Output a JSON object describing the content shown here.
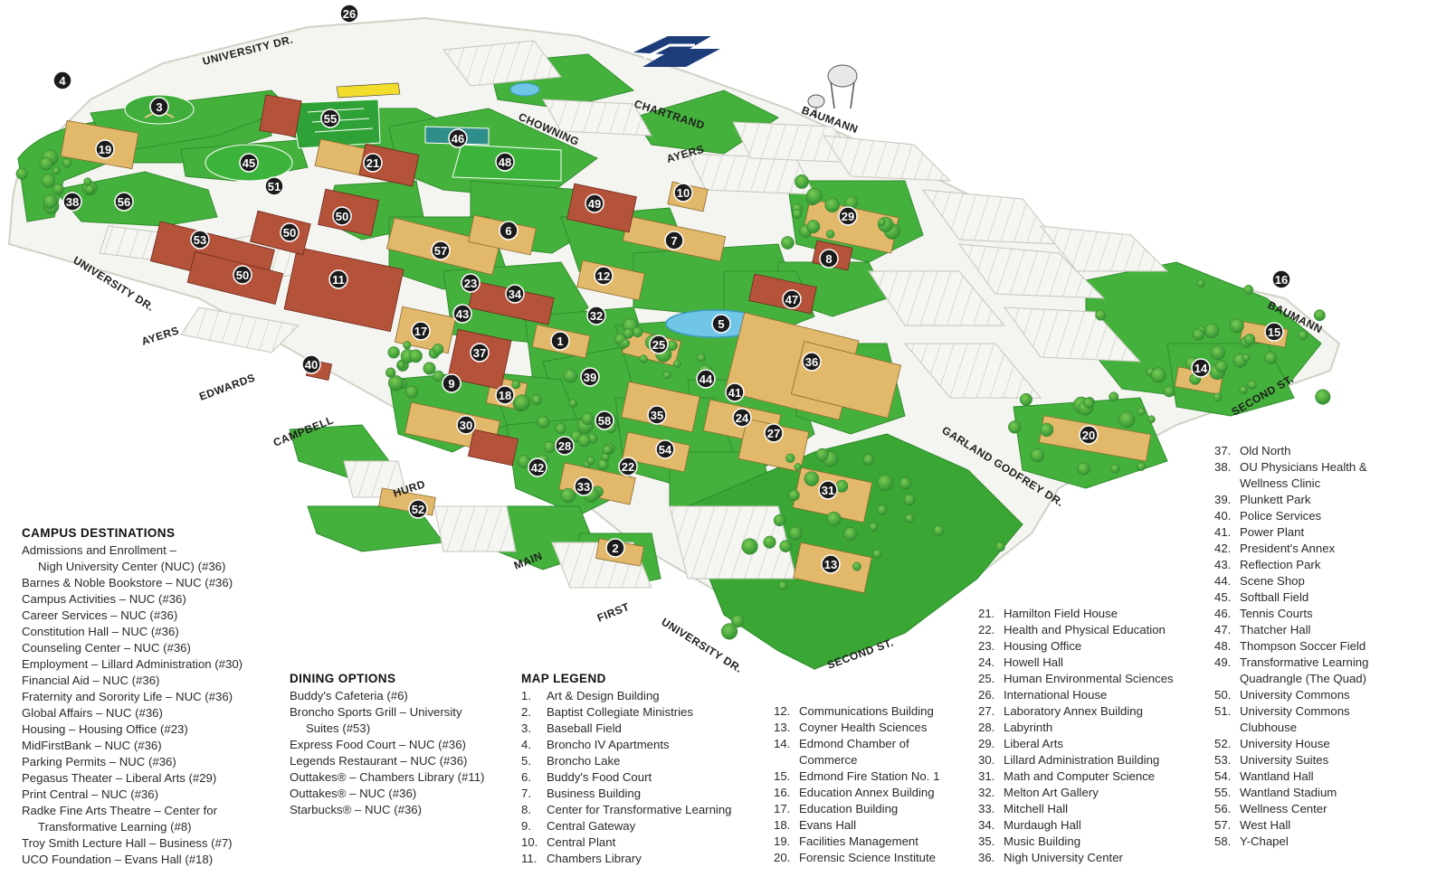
{
  "streets": [
    {
      "name": "UNIVERSITY DR.",
      "pos": "top"
    },
    {
      "name": "UNIVERSITY DR.",
      "pos": "left"
    },
    {
      "name": "UNIVERSITY DR.",
      "pos": "bottom"
    },
    {
      "name": "CHARTRAND",
      "pos": "top-mid"
    },
    {
      "name": "CHOWNING",
      "pos": "top-mid"
    },
    {
      "name": "BAUMANN",
      "pos": "top-right"
    },
    {
      "name": "BAUMANN",
      "pos": "right"
    },
    {
      "name": "AYERS",
      "pos": "top-mid"
    },
    {
      "name": "AYERS",
      "pos": "left"
    },
    {
      "name": "EDWARDS",
      "pos": "left"
    },
    {
      "name": "CAMPBELL",
      "pos": "left"
    },
    {
      "name": "HURD",
      "pos": "left"
    },
    {
      "name": "MAIN",
      "pos": "bottom-left"
    },
    {
      "name": "FIRST",
      "pos": "bottom-left"
    },
    {
      "name": "SECOND ST.",
      "pos": "bottom"
    },
    {
      "name": "SECOND ST.",
      "pos": "right"
    },
    {
      "name": "GARLAND GODFREY DR.",
      "pos": "right"
    }
  ],
  "markers": [
    "1",
    "2",
    "3",
    "4",
    "5",
    "6",
    "7",
    "8",
    "9",
    "10",
    "11",
    "12",
    "13",
    "14",
    "15",
    "16",
    "17",
    "18",
    "19",
    "20",
    "21",
    "22",
    "23",
    "24",
    "25",
    "26",
    "27",
    "28",
    "29",
    "30",
    "31",
    "32",
    "33",
    "34",
    "35",
    "36",
    "37",
    "38",
    "39",
    "40",
    "41",
    "42",
    "43",
    "44",
    "45",
    "46",
    "47",
    "48",
    "49",
    "50",
    "50",
    "50",
    "51",
    "52",
    "53",
    "54",
    "55",
    "56",
    "57",
    "58"
  ],
  "campus_destinations": {
    "title": "CAMPUS DESTINATIONS",
    "items": [
      {
        "a": "Admissions and Enrollment –",
        "b": "Nigh University Center (NUC) (#36)"
      },
      {
        "a": "Barnes & Noble Bookstore – NUC (#36)"
      },
      {
        "a": "Campus Activities – NUC (#36)"
      },
      {
        "a": "Career Services – NUC (#36)"
      },
      {
        "a": "Constitution Hall – NUC (#36)"
      },
      {
        "a": "Counseling Center – NUC (#36)"
      },
      {
        "a": "Employment – Lillard Administration (#30)"
      },
      {
        "a": "Financial Aid – NUC (#36)"
      },
      {
        "a": "Fraternity and Sorority Life – NUC (#36)"
      },
      {
        "a": "Global Affairs – NUC (#36)"
      },
      {
        "a": "Housing – Housing Office (#23)"
      },
      {
        "a": "MidFirstBank – NUC (#36)"
      },
      {
        "a": "Parking Permits – NUC (#36)"
      },
      {
        "a": "Pegasus Theater – Liberal Arts (#29)"
      },
      {
        "a": "Print Central – NUC (#36)"
      },
      {
        "a": "Radke Fine Arts Theatre – Center for",
        "b": "Transformative Learning (#8)"
      },
      {
        "a": "Troy Smith Lecture Hall – Business (#7)"
      },
      {
        "a": "UCO Foundation – Evans Hall (#18)"
      }
    ]
  },
  "dining_options": {
    "title": "DINING OPTIONS",
    "items": [
      {
        "a": "Buddy's Cafeteria (#6)"
      },
      {
        "a": "Broncho Sports Grill – University",
        "b": "Suites (#53)"
      },
      {
        "a": "Express Food Court – NUC (#36)"
      },
      {
        "a": "Legends Restaurant – NUC (#36)"
      },
      {
        "a": "Outtakes® – Chambers Library (#11)"
      },
      {
        "a": "Outtakes® – NUC (#36)"
      },
      {
        "a": "Starbucks® – NUC (#36)"
      }
    ]
  },
  "map_legend": {
    "title": "MAP LEGEND",
    "col_a": [
      {
        "n": "1.",
        "a": "Art & Design Building"
      },
      {
        "n": "2.",
        "a": "Baptist Collegiate Ministries"
      },
      {
        "n": "3.",
        "a": "Baseball Field"
      },
      {
        "n": "4.",
        "a": "Broncho IV Apartments"
      },
      {
        "n": "5.",
        "a": "Broncho Lake"
      },
      {
        "n": "6.",
        "a": "Buddy's Food Court"
      },
      {
        "n": "7.",
        "a": "Business Building"
      },
      {
        "n": "8.",
        "a": "Center for Transformative Learning"
      },
      {
        "n": "9.",
        "a": "Central Gateway"
      },
      {
        "n": "10.",
        "a": "Central Plant"
      },
      {
        "n": "11.",
        "a": "Chambers Library"
      }
    ],
    "col_b": [
      {
        "n": "12.",
        "a": "Communications Building"
      },
      {
        "n": "13.",
        "a": "Coyner Health Sciences"
      },
      {
        "n": "14.",
        "a": "Edmond Chamber of",
        "b": "Commerce"
      },
      {
        "n": "15.",
        "a": "Edmond Fire Station No. 1"
      },
      {
        "n": "16.",
        "a": "Education Annex Building"
      },
      {
        "n": "17.",
        "a": "Education Building"
      },
      {
        "n": "18.",
        "a": "Evans Hall"
      },
      {
        "n": "19.",
        "a": "Facilities Management"
      },
      {
        "n": "20.",
        "a": "Forensic Science Institute"
      }
    ],
    "col_c": [
      {
        "n": "21.",
        "a": "Hamilton Field House"
      },
      {
        "n": "22.",
        "a": "Health and Physical Education"
      },
      {
        "n": "23.",
        "a": "Housing Office"
      },
      {
        "n": "24.",
        "a": "Howell Hall"
      },
      {
        "n": "25.",
        "a": "Human Environmental Sciences"
      },
      {
        "n": "26.",
        "a": "International House"
      },
      {
        "n": "27.",
        "a": "Laboratory Annex Building"
      },
      {
        "n": "28.",
        "a": "Labyrinth"
      },
      {
        "n": "29.",
        "a": "Liberal Arts"
      },
      {
        "n": "30.",
        "a": "Lillard Administration Building"
      },
      {
        "n": "31.",
        "a": "Math and Computer Science"
      },
      {
        "n": "32.",
        "a": "Melton Art Gallery"
      },
      {
        "n": "33.",
        "a": "Mitchell Hall"
      },
      {
        "n": "34.",
        "a": "Murdaugh Hall"
      },
      {
        "n": "35.",
        "a": "Music Building"
      },
      {
        "n": "36.",
        "a": "Nigh University Center"
      }
    ],
    "col_d": [
      {
        "n": "37.",
        "a": "Old North"
      },
      {
        "n": "38.",
        "a": "OU Physicians Health &",
        "b": "Wellness Clinic"
      },
      {
        "n": "39.",
        "a": "Plunkett Park"
      },
      {
        "n": "40.",
        "a": "Police Services"
      },
      {
        "n": "41.",
        "a": "Power Plant"
      },
      {
        "n": "42.",
        "a": "President's Annex"
      },
      {
        "n": "43.",
        "a": "Reflection Park"
      },
      {
        "n": "44.",
        "a": "Scene Shop"
      },
      {
        "n": "45.",
        "a": "Softball Field"
      },
      {
        "n": "46.",
        "a": "Tennis Courts"
      },
      {
        "n": "47.",
        "a": "Thatcher Hall"
      },
      {
        "n": "48.",
        "a": "Thompson Soccer Field"
      },
      {
        "n": "49.",
        "a": "Transformative Learning",
        "b": "Quadrangle (The Quad)"
      },
      {
        "n": "50.",
        "a": "University Commons"
      },
      {
        "n": "51.",
        "a": "University Commons",
        "b": "Clubhouse"
      },
      {
        "n": "52.",
        "a": "University House"
      },
      {
        "n": "53.",
        "a": "University Suites"
      },
      {
        "n": "54.",
        "a": "Wantland Hall"
      },
      {
        "n": "55.",
        "a": "Wantland Stadium"
      },
      {
        "n": "56.",
        "a": "Wellness Center"
      },
      {
        "n": "57.",
        "a": "West Hall"
      },
      {
        "n": "58.",
        "a": "Y-Chapel"
      }
    ]
  },
  "colors": {
    "grass": "#3fae3a",
    "grass_light": "#7fcf5a",
    "road": "#f4f4f0",
    "building": "#e2b86a",
    "brick": "#b5523a",
    "water": "#6fc6e6",
    "marker": "#1b1b1b",
    "arrow": "#1d3d7a"
  },
  "icons": {
    "north_arrow": "north-arrow-icon"
  }
}
